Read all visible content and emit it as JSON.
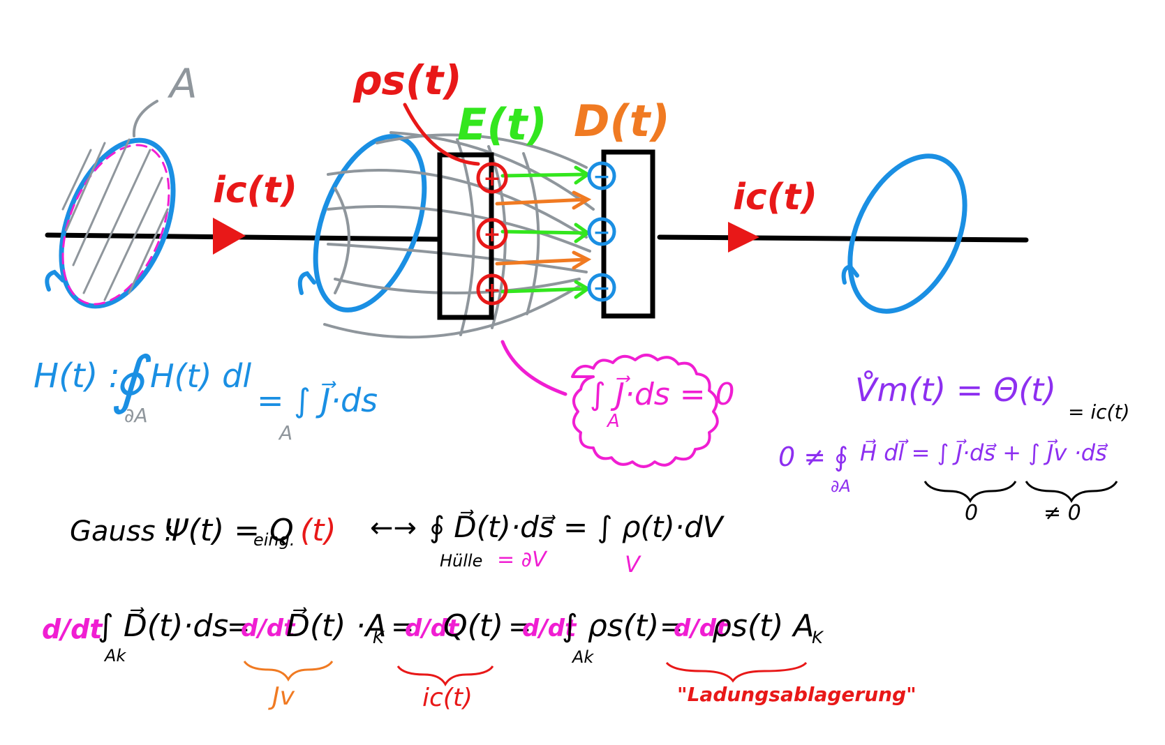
{
  "colors": {
    "black": "#000000",
    "blue": "#1a8fe3",
    "gray": "#8f969c",
    "red": "#e81818",
    "green": "#33e61e",
    "orange": "#f07a22",
    "magenta": "#f01ed2",
    "purple": "#8d2ff0"
  },
  "top": {
    "area_label": "A",
    "surface_charge": "ρs(t)",
    "e_field": "E(t)",
    "d_field": "D(t)",
    "current_left": "ic(t)",
    "current_right": "ic(t)",
    "plus_charge": "+",
    "minus_charge": "−"
  },
  "ampere": {
    "lhs": "H(t) :",
    "integral_body": "H(t) dl",
    "integral_sub": "∂A",
    "rhs": "= ∫ J⃗·ds",
    "rhs_sub": "A"
  },
  "cloud": {
    "expr": "∫ J⃗·ds = 0",
    "sub": "A"
  },
  "purple_block": {
    "line1": "V̊m(t) = Θ(t)",
    "line2_lhs": "0 ≠ ∮",
    "line2_sub": "∂A",
    "line2_mid": "H⃗ dl⃗ = ∫ J⃗·ds⃗ + ∫ J⃗v ·ds⃗",
    "brace_left_val": "0",
    "brace_right_val": "≠ 0",
    "annot": "= ic(t)"
  },
  "gauss": {
    "label": "Gauss :",
    "psi": "Ψ(t) = Q",
    "q_sub": "eing.",
    "q_arg": "(t)",
    "arrow": "←→",
    "closed": "∮ D⃗(t)·ds⃗ = ∫ ρ(t)·dV",
    "hulle": "Hülle",
    "hulle_eq": "= ∂V",
    "v_sub": "V"
  },
  "bottom": {
    "ddt": "d/dt",
    "term1": "∫ D⃗(t)·ds",
    "term1_sub": "Ak",
    "term2": "D⃗(t) ·A",
    "term2_sub": "K",
    "term3": "Q(t)",
    "term4": "∫ ρs(t)",
    "term4_sub": "Ak",
    "term5": "ρs(t) A",
    "term5_sub": "K",
    "eq": "=",
    "brace_jv": "Jv",
    "brace_ic": "ic(t)",
    "brace_ladung": "\"Ladungsablagerung\""
  }
}
